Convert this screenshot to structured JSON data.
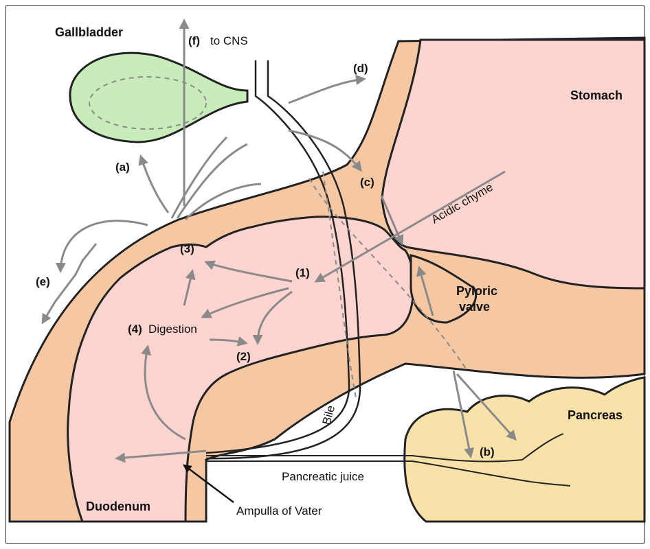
{
  "organs": {
    "gallbladder": "Gallbladder",
    "stomach": "Stomach",
    "pyloric_valve_line1": "Pyloric",
    "pyloric_valve_line2": "valve",
    "pancreas": "Pancreas",
    "duodenum": "Duodenum"
  },
  "labels": {
    "a": "(a)",
    "b": "(b)",
    "c": "(c)",
    "d": "(d)",
    "e": "(e)",
    "f_num": "(f)",
    "f_text": "to CNS",
    "n1": "(1)",
    "n2": "(2)",
    "n3": "(3)",
    "n4_num": "(4)",
    "n4_text": "Digestion",
    "acidic_chyme": "Acidic chyme",
    "bile": "Bile",
    "pancreatic_juice": "Pancreatic juice",
    "ampulla": "Ampulla of Vater"
  },
  "colors": {
    "wall": "#f6c7a3",
    "lumen": "#fdd4d0",
    "gallbladder": "#c8ecba",
    "pancreas": "#f9e2aa",
    "arrow": "#8a8a8a",
    "outline": "#222222"
  }
}
